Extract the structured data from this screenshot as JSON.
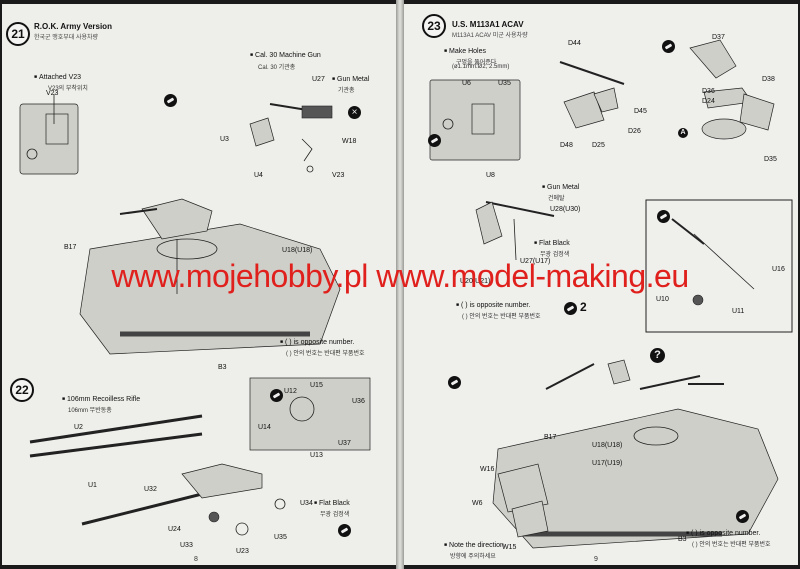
{
  "left_page": {
    "page_number": "8",
    "step21": {
      "number": "21",
      "title": "R.O.K. Army Version",
      "subtitle": "한국군 맹호부대 사용차량",
      "attached_label": "Attached V23",
      "attached_sub": "V23의 부착위치",
      "v23_label": "V23",
      "gun_label": "Cal. 30 Machine Gun",
      "gun_sub": "Cal. 30 기관총",
      "gunmetal_label": "Gun Metal",
      "gunmetal_sub": "기관총",
      "parts": [
        "U27",
        "U3",
        "W18",
        "U4",
        "V23",
        "B17",
        "U18(U18)",
        "B3"
      ],
      "opposite_label": "( ) is opposite number.",
      "opposite_sub": "( ) 안의 번호는 반대편 부품번호"
    },
    "step22": {
      "number": "22",
      "title": "106mm Recoilless Rifle",
      "subtitle": "106mm 무반동총",
      "parts": [
        "U2",
        "U1",
        "U12",
        "U15",
        "U36",
        "U14",
        "U37",
        "U13",
        "U32",
        "U34",
        "U24",
        "U33",
        "U23",
        "U35"
      ],
      "flatblack_label": "Flat Black",
      "flatblack_sub": "무광 검정색"
    }
  },
  "right_page": {
    "page_number": "9",
    "step23": {
      "number": "23",
      "title": "U.S. M113A1 ACAV",
      "subtitle": "M113A1 ACAV 미군 사용차량",
      "make_holes_label": "Make Holes",
      "make_holes_sub1": "구멍을 뚫어준다",
      "make_holes_sub2": "(ø1.1mm.Ø2, 2.5mm)",
      "gunmetal_label": "Gun Metal",
      "gunmetal_sub": "건메탈",
      "flatblack_label": "Flat Black",
      "flatblack_sub": "무광 검정색",
      "parts": [
        "U6",
        "U35",
        "U8",
        "D44",
        "D45",
        "D26",
        "D48",
        "D25",
        "D37",
        "D36",
        "D24",
        "D38",
        "D35",
        "U28(U30)",
        "U27(U17)",
        "U20(U21)",
        "U16",
        "U10",
        "U11",
        "B17",
        "U18(U18)",
        "U17(U19)",
        "W16",
        "W6",
        "W15",
        "B3"
      ],
      "opposite_label": "( ) is opposite number.",
      "opposite_sub": "( ) 안의 번호는 반대편 부품번호",
      "quantity": "2",
      "note_label": "Note the direction.",
      "note_sub": "방향에 주의하세요",
      "a_marker": "A"
    }
  },
  "watermark": "www.mojehobby.pl  www.model-making.eu",
  "watermark_color": "#e0201c"
}
